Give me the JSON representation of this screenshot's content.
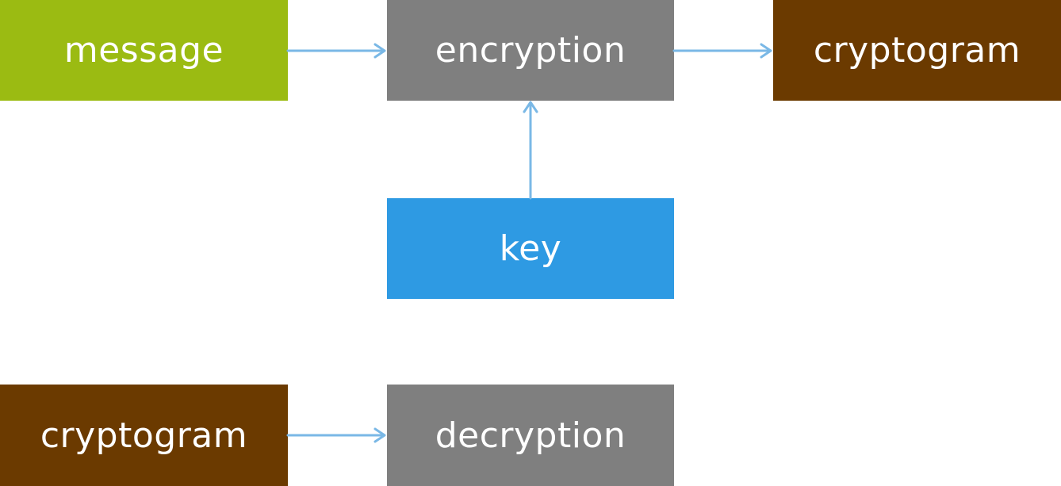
{
  "colors": {
    "message": "#9bbb12",
    "process": "#7f7f7f",
    "cryptogram": "#6b3a00",
    "key": "#2e9ae3",
    "arrow": "#7ab8e6"
  },
  "nodes": {
    "message": "message",
    "encryption": "encryption",
    "cryptogram_top": "cryptogram",
    "key": "key",
    "cryptogram_bottom": "cryptogram",
    "decryption": "decryption"
  }
}
